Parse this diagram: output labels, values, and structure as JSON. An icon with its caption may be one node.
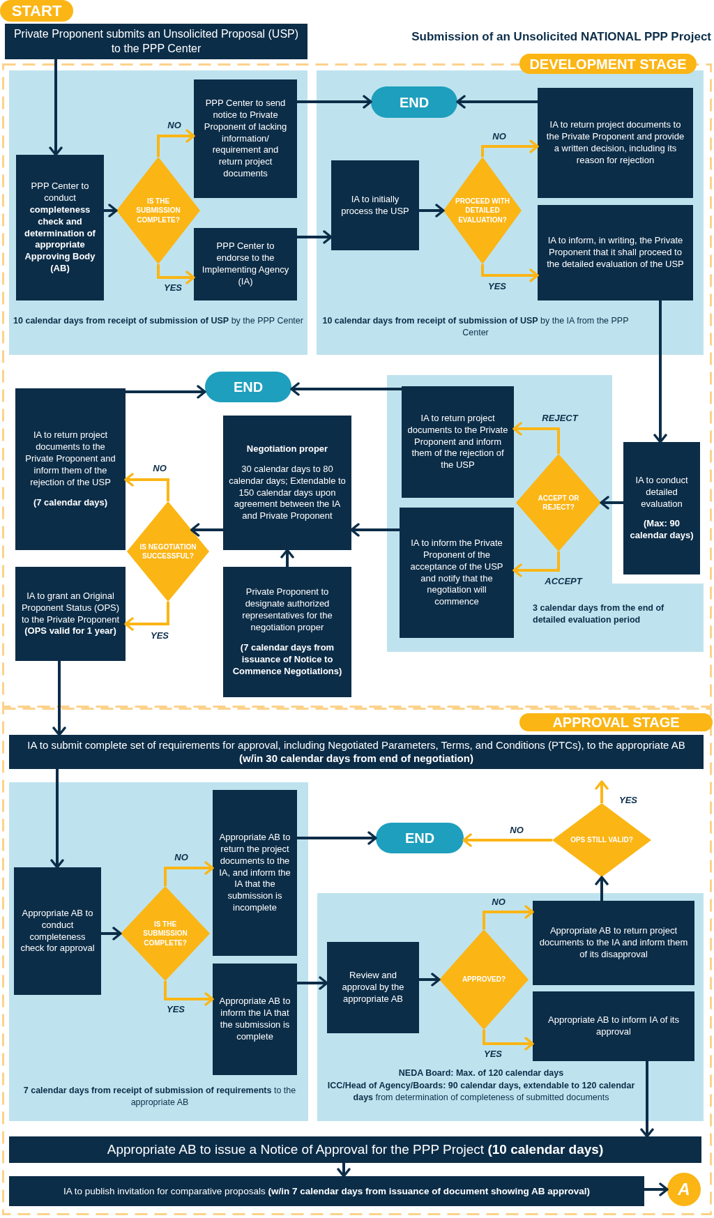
{
  "diagram": {
    "title": "Submission of an Unsolicited NATIONAL PPP Project",
    "nodes": [
      {
        "text": [
          "START"
        ]
      },
      {
        "text": [
          "Private Proponent submits an Unsolicited Proposal (USP) to the PPP Center"
        ]
      },
      {
        "text": [
          "DEVELOPMENT STAGE"
        ]
      },
      {
        "text": [
          "**10 calendar days from receipt of submission of USP** by the PPP Center"
        ],
        "in": 2
      },
      {
        "text": [
          "PPP Center to conduct **completeness check and determination of appropriate Approving Body (AB)**"
        ],
        "in": 3
      },
      {
        "text": [
          "IS THE SUBMISSION COMPLETE?"
        ],
        "in": 3
      },
      {
        "text": [
          "PPP Center to send notice to Private Proponent of lacking information/ requirement and return project documents"
        ],
        "in": 3
      },
      {
        "text": [
          "PPP Center to endorse to the Implementing Agency (IA)"
        ],
        "in": 3
      },
      {
        "text": [
          "**10 calendar days from receipt of submission of USP** by the IA from the PPP Center"
        ],
        "in": 2
      },
      {
        "text": [
          "END"
        ],
        "in": 8
      },
      {
        "text": [
          "IA to initially process the USP"
        ],
        "in": 8
      },
      {
        "text": [
          "PROCEED WITH DETAILED EVALUATION?"
        ],
        "in": 8
      },
      {
        "text": [
          "IA to return project documents to the Private Proponent and provide a written decision, including its reason for rejection"
        ],
        "in": 8
      },
      {
        "text": [
          "IA to inform, in writing, the Private Proponent that it shall proceed to the detailed evaluation of the USP"
        ],
        "in": 8
      },
      {
        "text": [
          "END"
        ],
        "in": 2
      },
      {
        "text": [
          "IA to return project documents to the Private Proponent and inform them of the rejection of the USP",
          "(7 calendar days)"
        ],
        "in": 2
      },
      {
        "text": [
          "Negotiation proper",
          "30 calendar days to 80 calendar days; Extendable to 150 calendar days upon agreement between the IA and Private Proponent"
        ],
        "in": 2
      },
      {
        "text": [
          "IS NEGOTIATION SUCCESSFUL?"
        ],
        "in": 2
      },
      {
        "text": [
          "IA to grant an Original Proponent Status (OPS) to the Private Proponent **(OPS valid for 1 year)**"
        ],
        "in": 2
      },
      {
        "text": [
          "Private Proponent to designate authorized representatives for the negotiation proper",
          "(7 calendar days from issuance of Notice to Commence Negotiations)"
        ],
        "in": 2
      },
      {
        "text": [
          "3 calendar days from the end of detailed evaluation period"
        ],
        "in": 2
      },
      {
        "text": [
          "IA to return project documents to the Private Proponent and inform them of the rejection of the USP"
        ],
        "in": 20
      },
      {
        "text": [
          "IA to inform the Private Proponent of the acceptance of the USP and notify that the negotiation will commence"
        ],
        "in": 20
      },
      {
        "text": [
          "ACCEPT OR REJECT?"
        ],
        "in": 20
      },
      {
        "text": [
          "IA to conduct detailed evaluation",
          "(Max: 90 calendar days)"
        ],
        "in": 2
      },
      {
        "text": [
          "APPROVAL STAGE"
        ]
      },
      {
        "text": [
          "IA to submit complete set of requirements for approval, including Negotiated Parameters, Terms, and Conditions (PTCs), to the appropriate AB **(w/in 30 calendar days from end of negotiation)**"
        ],
        "in": 25
      },
      {
        "text": [
          "**7 calendar days from receipt of submission of requirements** to the appropriate AB"
        ],
        "in": 25
      },
      {
        "text": [
          "Appropriate AB to conduct completeness check for approval"
        ],
        "in": 27
      },
      {
        "text": [
          "IS THE SUBMISSION COMPLETE?"
        ],
        "in": 27
      },
      {
        "text": [
          "Appropriate AB to return the project documents to the IA, and inform the IA that the submission is incomplete"
        ],
        "in": 27
      },
      {
        "text": [
          "Appropriate AB to inform the IA that the submission is complete"
        ],
        "in": 27
      },
      {
        "text": [
          "END"
        ],
        "in": 25
      },
      {
        "text": [
          "OPS STILL VALID?"
        ],
        "in": 25
      },
      {
        "text": [
          "NEDA Board: Max. of 120 calendar days",
          "**ICC/Head of Agency/Boards: 90 calendar days, extendable to 120 calendar days** from determination of completeness of submitted documents"
        ],
        "in": 25
      },
      {
        "text": [
          "Review and approval by the appropriate AB"
        ],
        "in": 34
      },
      {
        "text": [
          "APPROVED?"
        ],
        "in": 34
      },
      {
        "text": [
          "Appropriate AB to return project documents to the IA and inform them of its disapproval"
        ],
        "in": 34
      },
      {
        "text": [
          "Appropriate AB to inform IA of its approval"
        ],
        "in": 34
      },
      {
        "text": [
          "Appropriate AB to issue a Notice of Approval for the PPP Project **(10 calendar days)**"
        ],
        "in": 25
      },
      {
        "text": [
          "IA to publish invitation for comparative proposals **(w/in 7 calendar days from issuance of document showing AB approval)**"
        ],
        "in": 25
      },
      {
        "text": [
          "A"
        ],
        "in": 25
      }
    ],
    "edges": [
      {
        "from": 1,
        "to": 4,
        "arrow": "to"
      },
      {
        "from": 4,
        "to": 5,
        "arrow": "to"
      },
      {
        "from": 5,
        "to": 6,
        "arrow": "to",
        "label": "NO",
        "color": "#fbb515"
      },
      {
        "from": 5,
        "to": 7,
        "arrow": "to",
        "label": "YES",
        "color": "#fbb515"
      },
      {
        "from": 6,
        "to": 9,
        "arrow": "to"
      },
      {
        "from": 7,
        "to": 10,
        "arrow": "to"
      },
      {
        "from": 10,
        "to": 11,
        "arrow": "to"
      },
      {
        "from": 11,
        "to": 12,
        "arrow": "to",
        "label": "NO",
        "color": "#fbb515"
      },
      {
        "from": 11,
        "to": 13,
        "arrow": "to",
        "label": "YES",
        "color": "#fbb515"
      },
      {
        "from": 12,
        "to": 9,
        "arrow": "to"
      },
      {
        "from": 13,
        "to": 24,
        "arrow": "to"
      },
      {
        "from": 24,
        "to": 23,
        "arrow": "to"
      },
      {
        "from": 23,
        "to": 21,
        "arrow": "to",
        "label": "REJECT",
        "color": "#fbb515"
      },
      {
        "from": 23,
        "to": 22,
        "arrow": "to",
        "label": "ACCEPT",
        "color": "#fbb515"
      },
      {
        "from": 21,
        "to": 14,
        "arrow": "to"
      },
      {
        "from": 22,
        "to": 16,
        "arrow": "to"
      },
      {
        "from": 16,
        "to": 17,
        "arrow": "to"
      },
      {
        "from": 17,
        "to": 15,
        "arrow": "to",
        "label": "NO",
        "color": "#fbb515"
      },
      {
        "from": 17,
        "to": 18,
        "arrow": "to",
        "label": "YES",
        "color": "#fbb515"
      },
      {
        "from": 15,
        "to": 14,
        "arrow": "to"
      },
      {
        "from": 19,
        "to": 16,
        "arrow": "to"
      },
      {
        "from": 18,
        "to": 26,
        "arrow": "to"
      },
      {
        "from": 26,
        "to": 28,
        "arrow": "to"
      },
      {
        "from": 28,
        "to": 29,
        "arrow": "to"
      },
      {
        "from": 29,
        "to": 30,
        "arrow": "to",
        "label": "NO",
        "color": "#fbb515"
      },
      {
        "from": 29,
        "to": 31,
        "arrow": "to",
        "label": "YES",
        "color": "#fbb515"
      },
      {
        "from": 30,
        "to": 32,
        "arrow": "to"
      },
      {
        "from": 31,
        "to": 35,
        "arrow": "to"
      },
      {
        "from": 35,
        "to": 36,
        "arrow": "to"
      },
      {
        "from": 36,
        "to": 37,
        "arrow": "to",
        "label": "NO",
        "color": "#fbb515"
      },
      {
        "from": 36,
        "to": 38,
        "arrow": "to",
        "label": "YES",
        "color": "#fbb515"
      },
      {
        "from": 37,
        "to": 33,
        "arrow": "to"
      },
      {
        "from": 33,
        "to": 32,
        "arrow": "to",
        "label": "NO",
        "color": "#fbb515"
      },
      {
        "from": 33,
        "to": null,
        "arrow": "to",
        "label": "YES",
        "color": "#fbb515"
      },
      {
        "from": 38,
        "to": 39,
        "arrow": "to"
      },
      {
        "from": 39,
        "to": 40,
        "arrow": "to"
      },
      {
        "from": 40,
        "to": 41,
        "arrow": "to"
      }
    ]
  }
}
